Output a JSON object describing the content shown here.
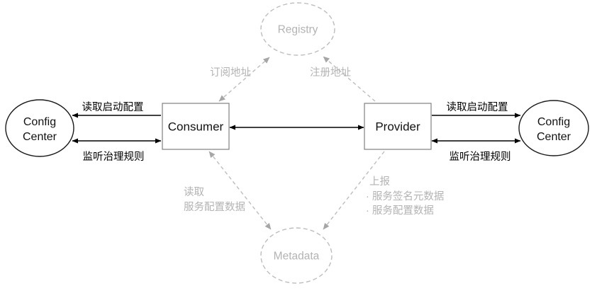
{
  "diagram": {
    "nodes": {
      "registry": {
        "label": "Registry"
      },
      "metadata": {
        "label": "Metadata"
      },
      "consumer": {
        "label": "Consumer"
      },
      "provider": {
        "label": "Provider"
      },
      "config_center_left": {
        "label_line1": "Config",
        "label_line2": "Center"
      },
      "config_center_right": {
        "label_line1": "Config",
        "label_line2": "Center"
      }
    },
    "edge_labels": {
      "subscribe_address": "订阅地址",
      "register_address": "注册地址",
      "read_startup_config_left": "读取启动配置",
      "listen_governance_rules_left": "监听治理规则",
      "read_startup_config_right": "读取启动配置",
      "listen_governance_rules_right": "监听治理规则",
      "read_metadata_line1": "读取",
      "read_metadata_line2": "服务配置数据",
      "report_title": "上报",
      "report_item1": "· 服务签名元数据",
      "report_item2": "· 服务配置数据"
    },
    "colors": {
      "gray_line": "#bdbdbd",
      "gray_text": "#b3b3b3",
      "black": "#000000",
      "box_border": "#808080",
      "background": "#ffffff"
    }
  }
}
